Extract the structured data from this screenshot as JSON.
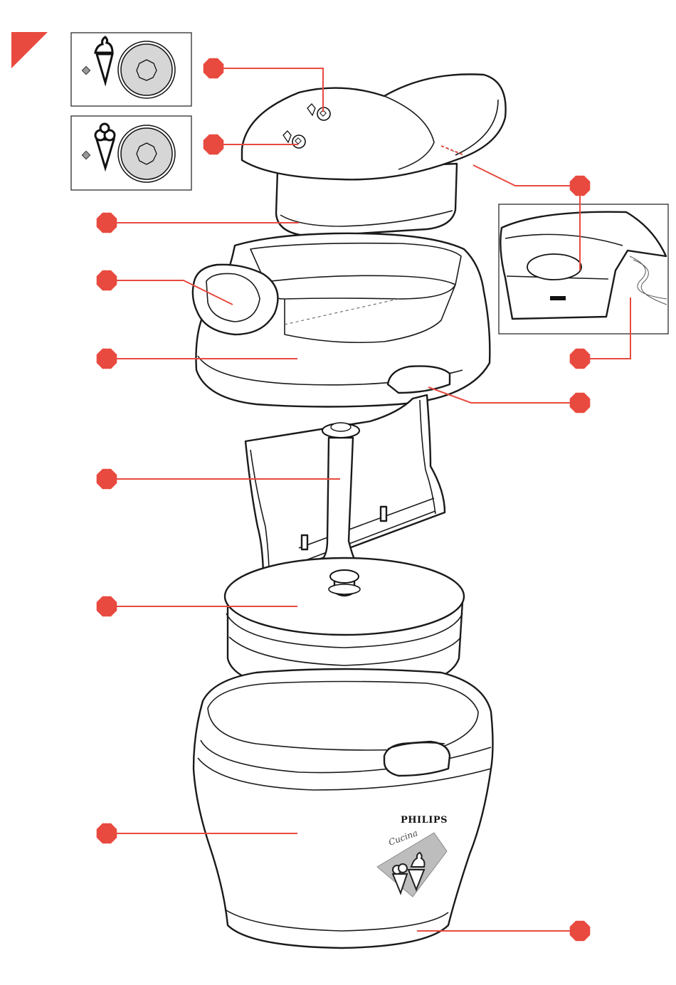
{
  "brand": {
    "name": "PHILIPS",
    "sub_logo": "Cucina"
  },
  "colors": {
    "accent": "#e84a3f",
    "line": "#1a1a1a",
    "panel_grey": "#d0d0d0"
  },
  "callouts": [
    {
      "id": "c1",
      "label": ""
    },
    {
      "id": "c2",
      "label": ""
    },
    {
      "id": "c3",
      "label": ""
    },
    {
      "id": "c4",
      "label": ""
    },
    {
      "id": "c5",
      "label": ""
    },
    {
      "id": "c6",
      "label": ""
    },
    {
      "id": "c7",
      "label": ""
    },
    {
      "id": "c8",
      "label": ""
    },
    {
      "id": "c9",
      "label": ""
    },
    {
      "id": "c10",
      "label": ""
    },
    {
      "id": "c11",
      "label": ""
    },
    {
      "id": "c12",
      "label": ""
    },
    {
      "id": "c13",
      "label": ""
    }
  ],
  "insets": [
    {
      "id": "soft-ice-setting",
      "icon": "soft-ice-cone-icon"
    },
    {
      "id": "ice-cream-setting",
      "icon": "scoop-ice-cream-icon"
    },
    {
      "id": "spout-detail",
      "icon": ""
    }
  ]
}
